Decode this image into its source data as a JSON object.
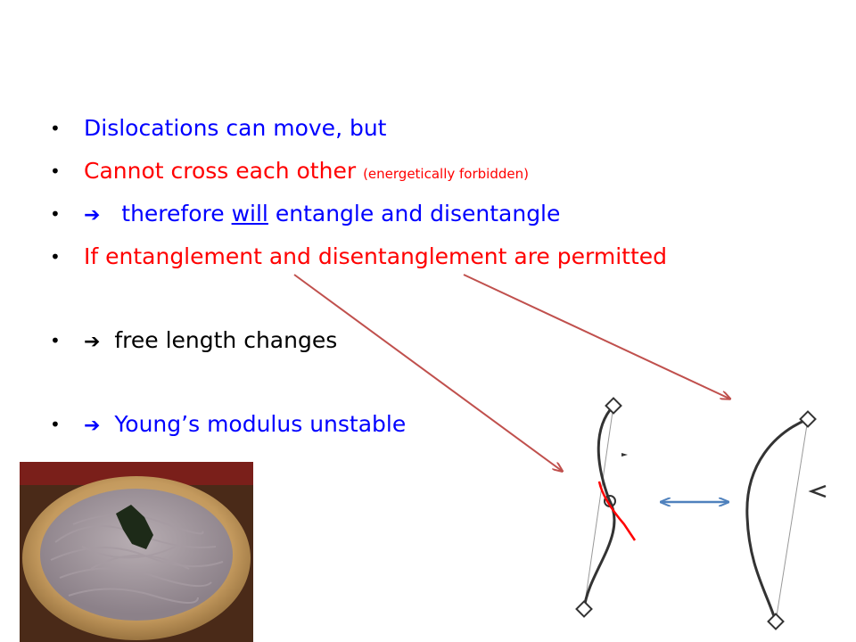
{
  "bullets": [
    {
      "text": "Dislocations can move, but"
    },
    {
      "main": "Cannot cross each other",
      "paren": "(energetically forbidden)"
    },
    {
      "arrow": "➔",
      "pre": "therefore",
      "underline": "will",
      "post": "entangle and disentangle"
    },
    {
      "a": "If entanglement",
      "b": "and disentanglement are permitted"
    },
    {
      "arrow": "➔",
      "text": "free length changes"
    },
    {
      "arrow": "➔",
      "text": "Young’s modulus unstable"
    }
  ],
  "colors": {
    "blue": "#0000ff",
    "red": "#ff0000",
    "pointer_arrow": "#c0504d",
    "double_arrow": "#4f81bd"
  },
  "icons": [
    "bullet-dot",
    "right-arrow-glyph",
    "diamond-pin-icon",
    "double-headed-arrow-icon",
    "force-arrow-icon"
  ]
}
